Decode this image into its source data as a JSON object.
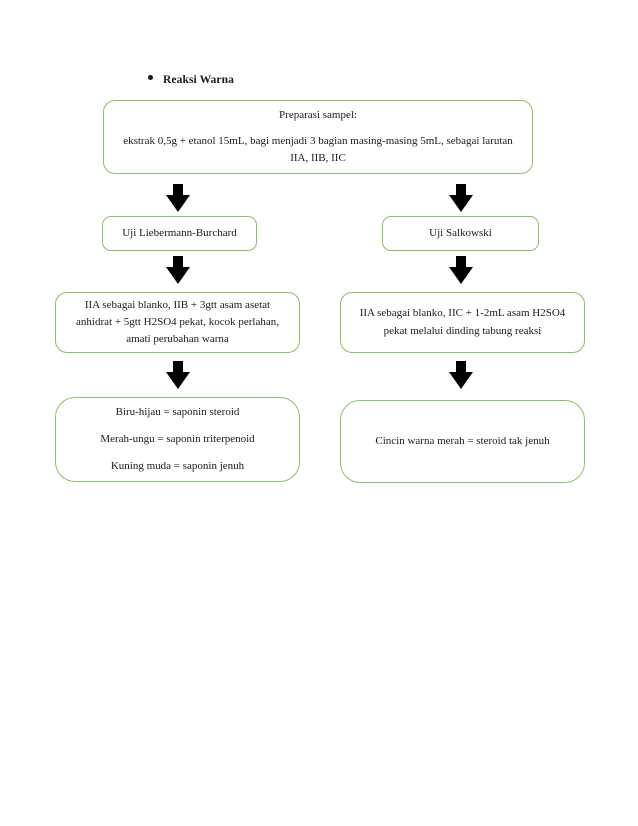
{
  "heading": {
    "bullet_icon": "bullet-dot",
    "text": "Reaksi Warna"
  },
  "colors": {
    "box_border": "#8cc163",
    "arrow": "#000000",
    "text": "#1a1a1a",
    "background": "#ffffff"
  },
  "flowchart": {
    "type": "flowchart",
    "orientation": "top-down",
    "branches": 2,
    "preparation": {
      "title": "Preparasi sampel:",
      "body": "ekstrak 0,5g + etanol 15mL, bagi menjadi 3 bagian masing-masing 5mL, sebagai larutan IIA, IIB, IIC"
    },
    "left_branch": {
      "test_name": "Uji Liebermann-Burchard",
      "procedure": "IIA sebagai blanko, IIB + 3gtt asam asetat anhidrat + 5gtt H2SO4 pekat, kocok perlahan, amati perubahan warna",
      "results": [
        "Biru-hijau  = saponin steroid",
        "Merah-ungu  = saponin triterpenoid",
        "Kuning muda = saponin jenuh"
      ]
    },
    "right_branch": {
      "test_name": "Uji Salkowski",
      "procedure": "IIA sebagai blanko, IIC + 1-2mL asam H2SO4 pekat melalui dinding tabung reaksi",
      "results": [
        "Cincin warna merah = steroid tak jenuh"
      ]
    },
    "arrows": [
      {
        "name": "arrow-prep-to-liebermann",
        "direction": "down"
      },
      {
        "name": "arrow-prep-to-salkowski",
        "direction": "down"
      },
      {
        "name": "arrow-liebermann-to-procedure",
        "direction": "down"
      },
      {
        "name": "arrow-salkowski-to-procedure",
        "direction": "down"
      },
      {
        "name": "arrow-liebermann-to-result",
        "direction": "down"
      },
      {
        "name": "arrow-salkowski-to-result",
        "direction": "down"
      }
    ]
  }
}
